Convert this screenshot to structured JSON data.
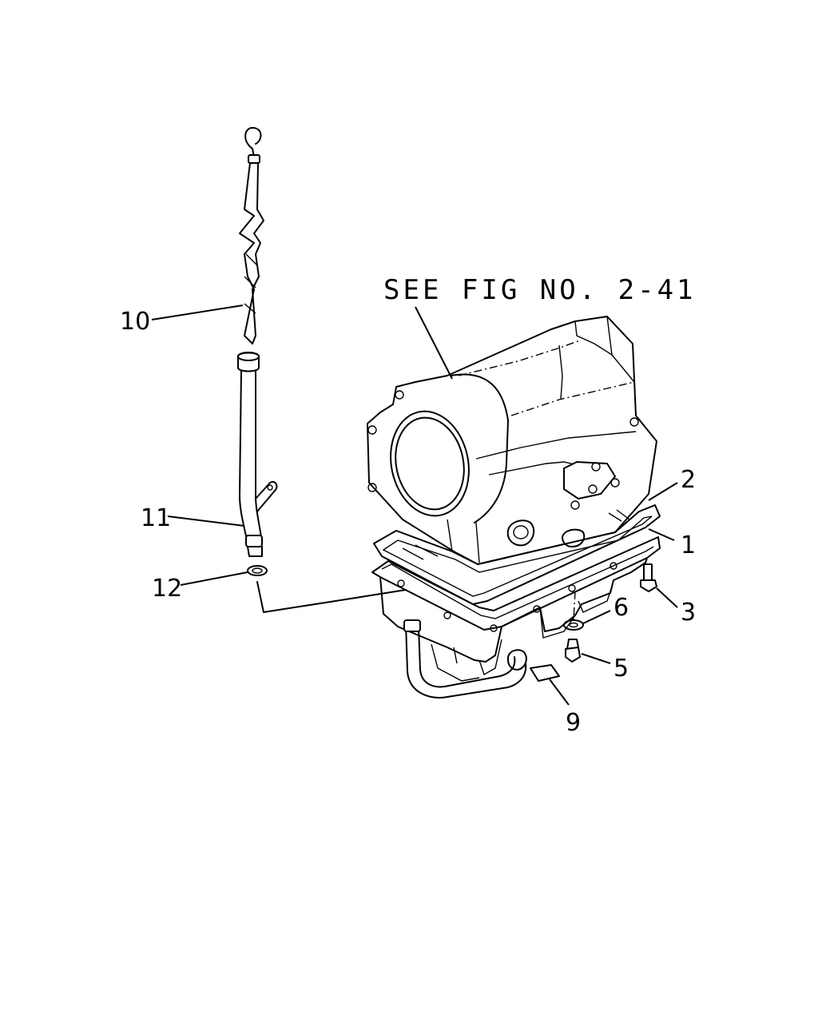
{
  "reference_note": "SEE FIG NO. 2-41",
  "callouts": [
    {
      "id": "1",
      "label": "1"
    },
    {
      "id": "2",
      "label": "2"
    },
    {
      "id": "3",
      "label": "3"
    },
    {
      "id": "5",
      "label": "5"
    },
    {
      "id": "6",
      "label": "6"
    },
    {
      "id": "9",
      "label": "9"
    },
    {
      "id": "10",
      "label": "10"
    },
    {
      "id": "11",
      "label": "11"
    },
    {
      "id": "12",
      "label": "12"
    }
  ]
}
